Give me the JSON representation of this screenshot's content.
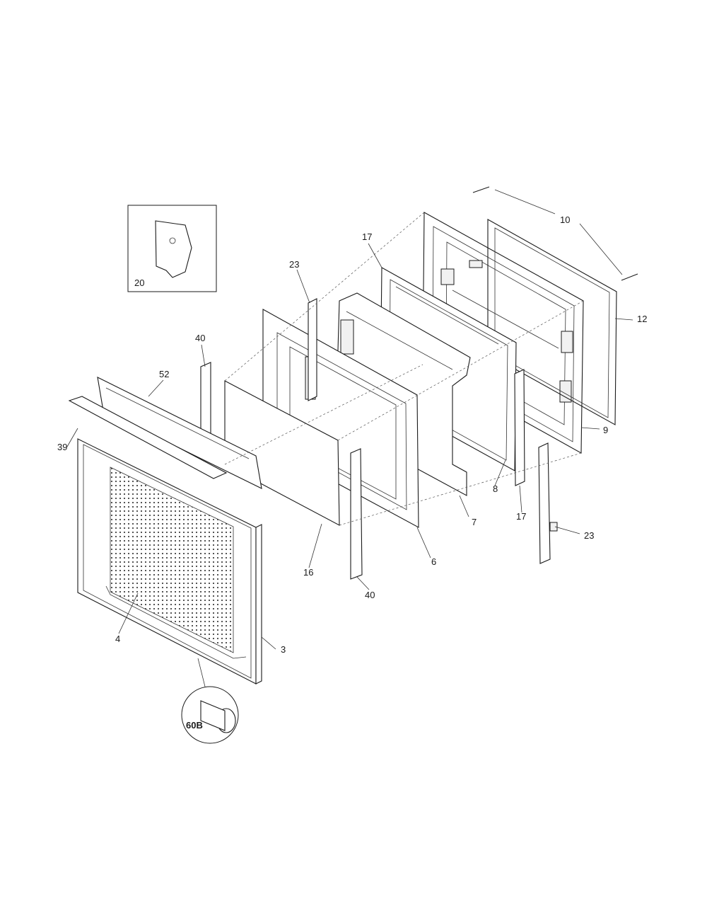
{
  "diagram": {
    "type": "exploded-parts-view",
    "callouts": [
      {
        "id": "c10",
        "text": "10"
      },
      {
        "id": "c17a",
        "text": "17"
      },
      {
        "id": "c23a",
        "text": "23"
      },
      {
        "id": "c20",
        "text": "20"
      },
      {
        "id": "c12",
        "text": "12"
      },
      {
        "id": "c40a",
        "text": "40"
      },
      {
        "id": "c52",
        "text": "52"
      },
      {
        "id": "c39",
        "text": "39"
      },
      {
        "id": "c9",
        "text": "9"
      },
      {
        "id": "c8",
        "text": "8"
      },
      {
        "id": "c7",
        "text": "7"
      },
      {
        "id": "c17b",
        "text": "17"
      },
      {
        "id": "c23b",
        "text": "23"
      },
      {
        "id": "c6",
        "text": "6"
      },
      {
        "id": "c16",
        "text": "16"
      },
      {
        "id": "c40b",
        "text": "40"
      },
      {
        "id": "c4",
        "text": "4"
      },
      {
        "id": "c3",
        "text": "3"
      },
      {
        "id": "c60b",
        "text": "60B"
      }
    ]
  }
}
